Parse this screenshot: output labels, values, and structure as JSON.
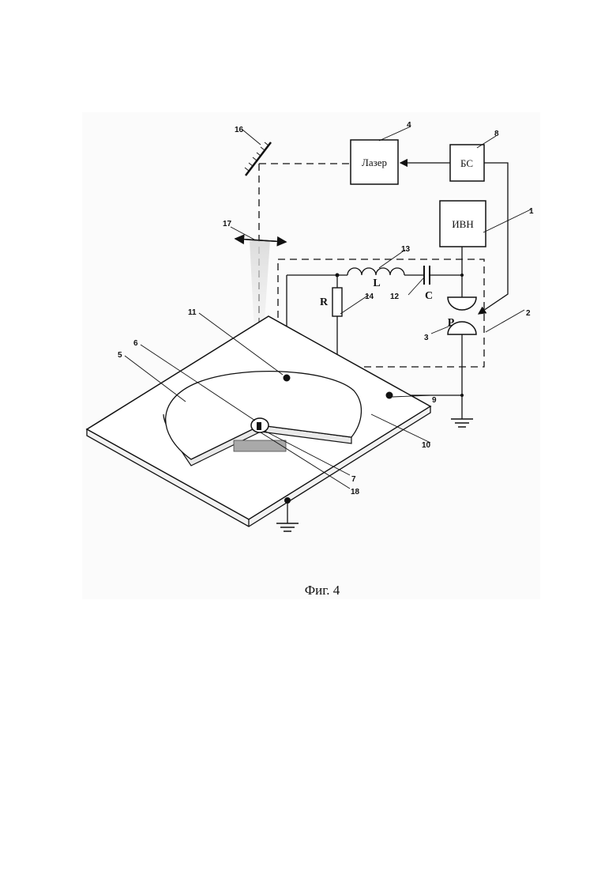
{
  "figure": {
    "caption": "Фиг. 4",
    "blocks": {
      "laser": "Лазер",
      "control_unit": "БС",
      "high_voltage_source": "ИВН"
    },
    "symbols": {
      "inductor": "L",
      "capacitor": "C",
      "resistor": "R",
      "spark_gap": "P"
    },
    "callouts": [
      "1",
      "2",
      "3",
      "4",
      "5",
      "6",
      "7",
      "8",
      "9",
      "10",
      "11",
      "12",
      "13",
      "14",
      "16",
      "17",
      "18"
    ]
  }
}
